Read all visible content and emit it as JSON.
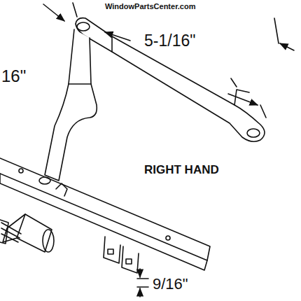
{
  "diagram": {
    "labels": [
      "WindowPartsCenter.com",
      "16\"",
      "5-1/16\"",
      "RIGHT HAND",
      "9/16\""
    ]
  }
}
